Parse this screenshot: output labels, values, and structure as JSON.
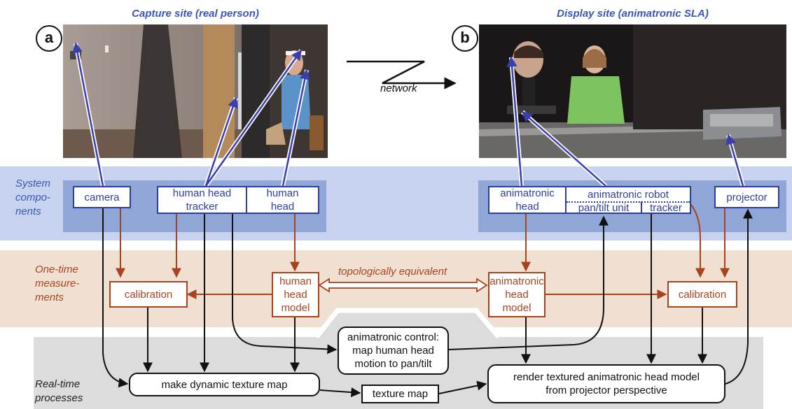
{
  "colors": {
    "system_band": "#c6d2ee",
    "system_panel": "#8fa6d6",
    "onetime_band": "#efe0d2",
    "realtime_band": "#dcdcdc",
    "blue": "#2d3f9c",
    "orange": "#a8431e",
    "black": "#111111"
  },
  "sites": {
    "capture_title": "Capture site (real person)",
    "display_title": "Display site (animatronic SLA)",
    "label_a": "a",
    "label_b": "b"
  },
  "network": {
    "label": "network"
  },
  "bands": {
    "system": [
      "System",
      "compo-",
      "nents"
    ],
    "onetime": [
      "One-time",
      "measure-",
      "ments"
    ],
    "realtime": [
      "Real-time",
      "processes"
    ]
  },
  "components": {
    "camera": "camera",
    "human_head_tracker": [
      "human head",
      "tracker"
    ],
    "human_head": [
      "human",
      "head"
    ],
    "animatronic_head": [
      "animatronic",
      "head"
    ],
    "animatronic_robot": "animatronic robot",
    "pan_tilt_unit": "pan/tilt unit",
    "tracker": "tracker",
    "projector": "projector"
  },
  "measurements": {
    "calibration_left": "calibration",
    "human_head_model": [
      "human",
      "head",
      "model"
    ],
    "topo_label": "topologically equivalent",
    "animatronic_head_model": [
      "animatronic",
      "head",
      "model"
    ],
    "calibration_right": "calibration"
  },
  "processes": {
    "animatronic_control": [
      "animatronic control:",
      "map human head",
      "motion to pan/tilt"
    ],
    "make_texture": "make dynamic texture map",
    "texture_map": "texture map",
    "render": [
      "render textured animatronic head model",
      "from projector perspective"
    ]
  }
}
